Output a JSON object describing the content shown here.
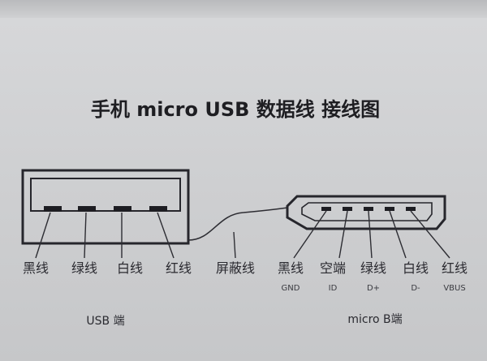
{
  "title": "手机 micro USB 数据线 接线图",
  "usb_a": {
    "caption": "USB 端",
    "labels": [
      "黑线",
      "绿线",
      "白线",
      "红线"
    ]
  },
  "shield_label": "屏蔽线",
  "micro_b": {
    "caption": "micro B端",
    "labels": [
      "黑线",
      "空端",
      "绿线",
      "白线",
      "红线"
    ],
    "pins": [
      "GND",
      "ID",
      "D+",
      "D-",
      "VBUS"
    ]
  }
}
